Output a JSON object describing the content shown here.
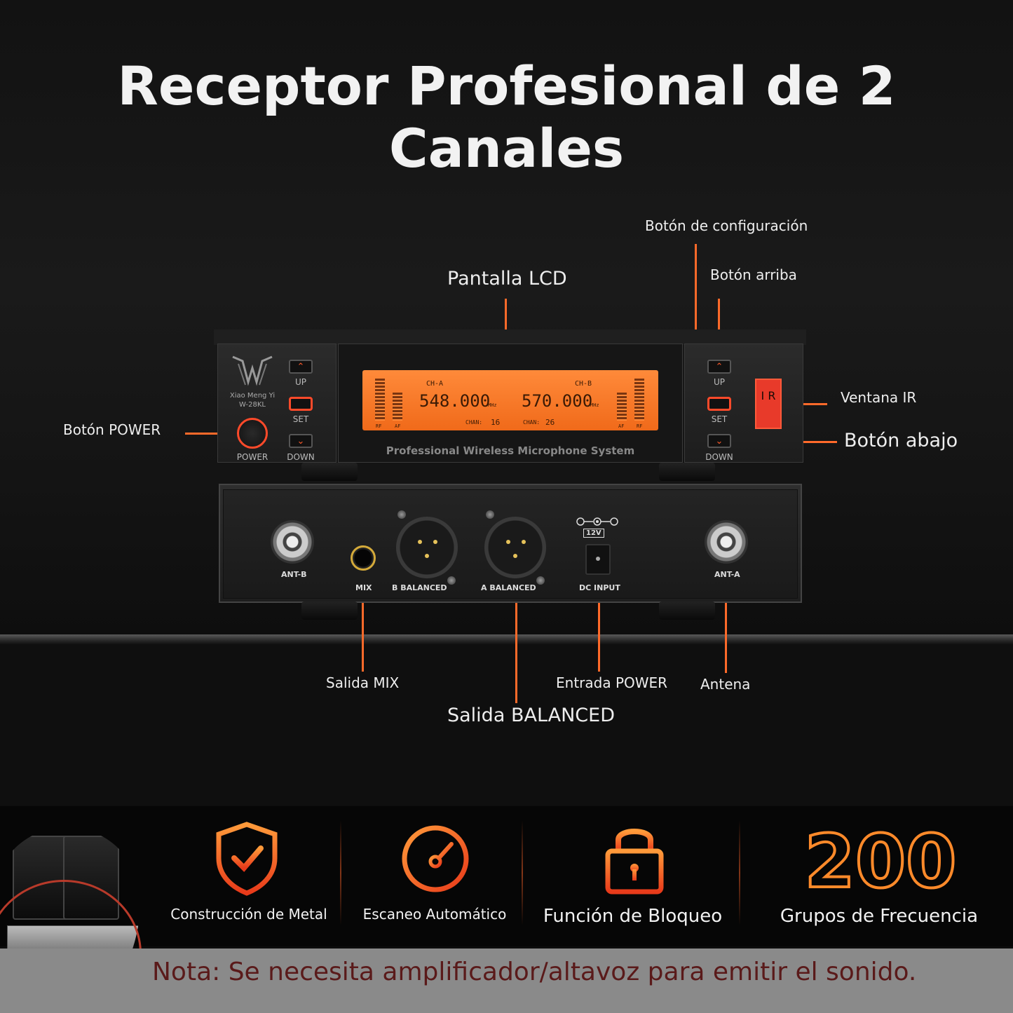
{
  "title": "Receptor Profesional de 2 Canales",
  "labels": {
    "config": "Botón de configuración",
    "lcd": "Pantalla LCD",
    "up": "Botón arriba",
    "ir": "Ventana IR",
    "power": "Botón POWER",
    "down": "Botón abajo",
    "mix": "Salida MIX",
    "balanced": "Salida BALANCED",
    "power_in": "Entrada POWER",
    "antenna": "Antena"
  },
  "device": {
    "brand": "Xiao Meng Yi",
    "model": "W-28KL",
    "btn_up": "UP",
    "btn_set": "SET",
    "btn_down": "DOWN",
    "btn_power": "POWER",
    "system": "Professional Wireless Microphone System",
    "ch_a": "CH-A",
    "ch_b": "CH-B",
    "freq_a": "548.000",
    "freq_b": "570.000",
    "mhz": "MHz",
    "chan": "CHAN:",
    "chan_a": "16",
    "chan_b": "26",
    "rf": "RF",
    "af": "AF",
    "ir_text": "I R",
    "rear": {
      "ant_b": "ANT-B",
      "mix": "MIX",
      "b_balanced": "B BALANCED",
      "a_balanced": "A BALANCED",
      "dc_input": "DC INPUT",
      "volt": "12V",
      "ant_a": "ANT-A"
    }
  },
  "features": [
    {
      "icon": "shield-check-icon",
      "label": "Construcción de Metal"
    },
    {
      "icon": "gauge-icon",
      "label": "Escaneo Automático"
    },
    {
      "icon": "padlock-icon",
      "label": "Función de Bloqueo"
    },
    {
      "number": "200",
      "label": "Grupos de Frecuencia"
    }
  ],
  "note": "Nota: Se necesita amplificador/altavoz para emitir el sonido.",
  "colors": {
    "accent": "#ff6a2a",
    "lcd": "#ff8a3a",
    "note_text": "#5a1a1a"
  }
}
